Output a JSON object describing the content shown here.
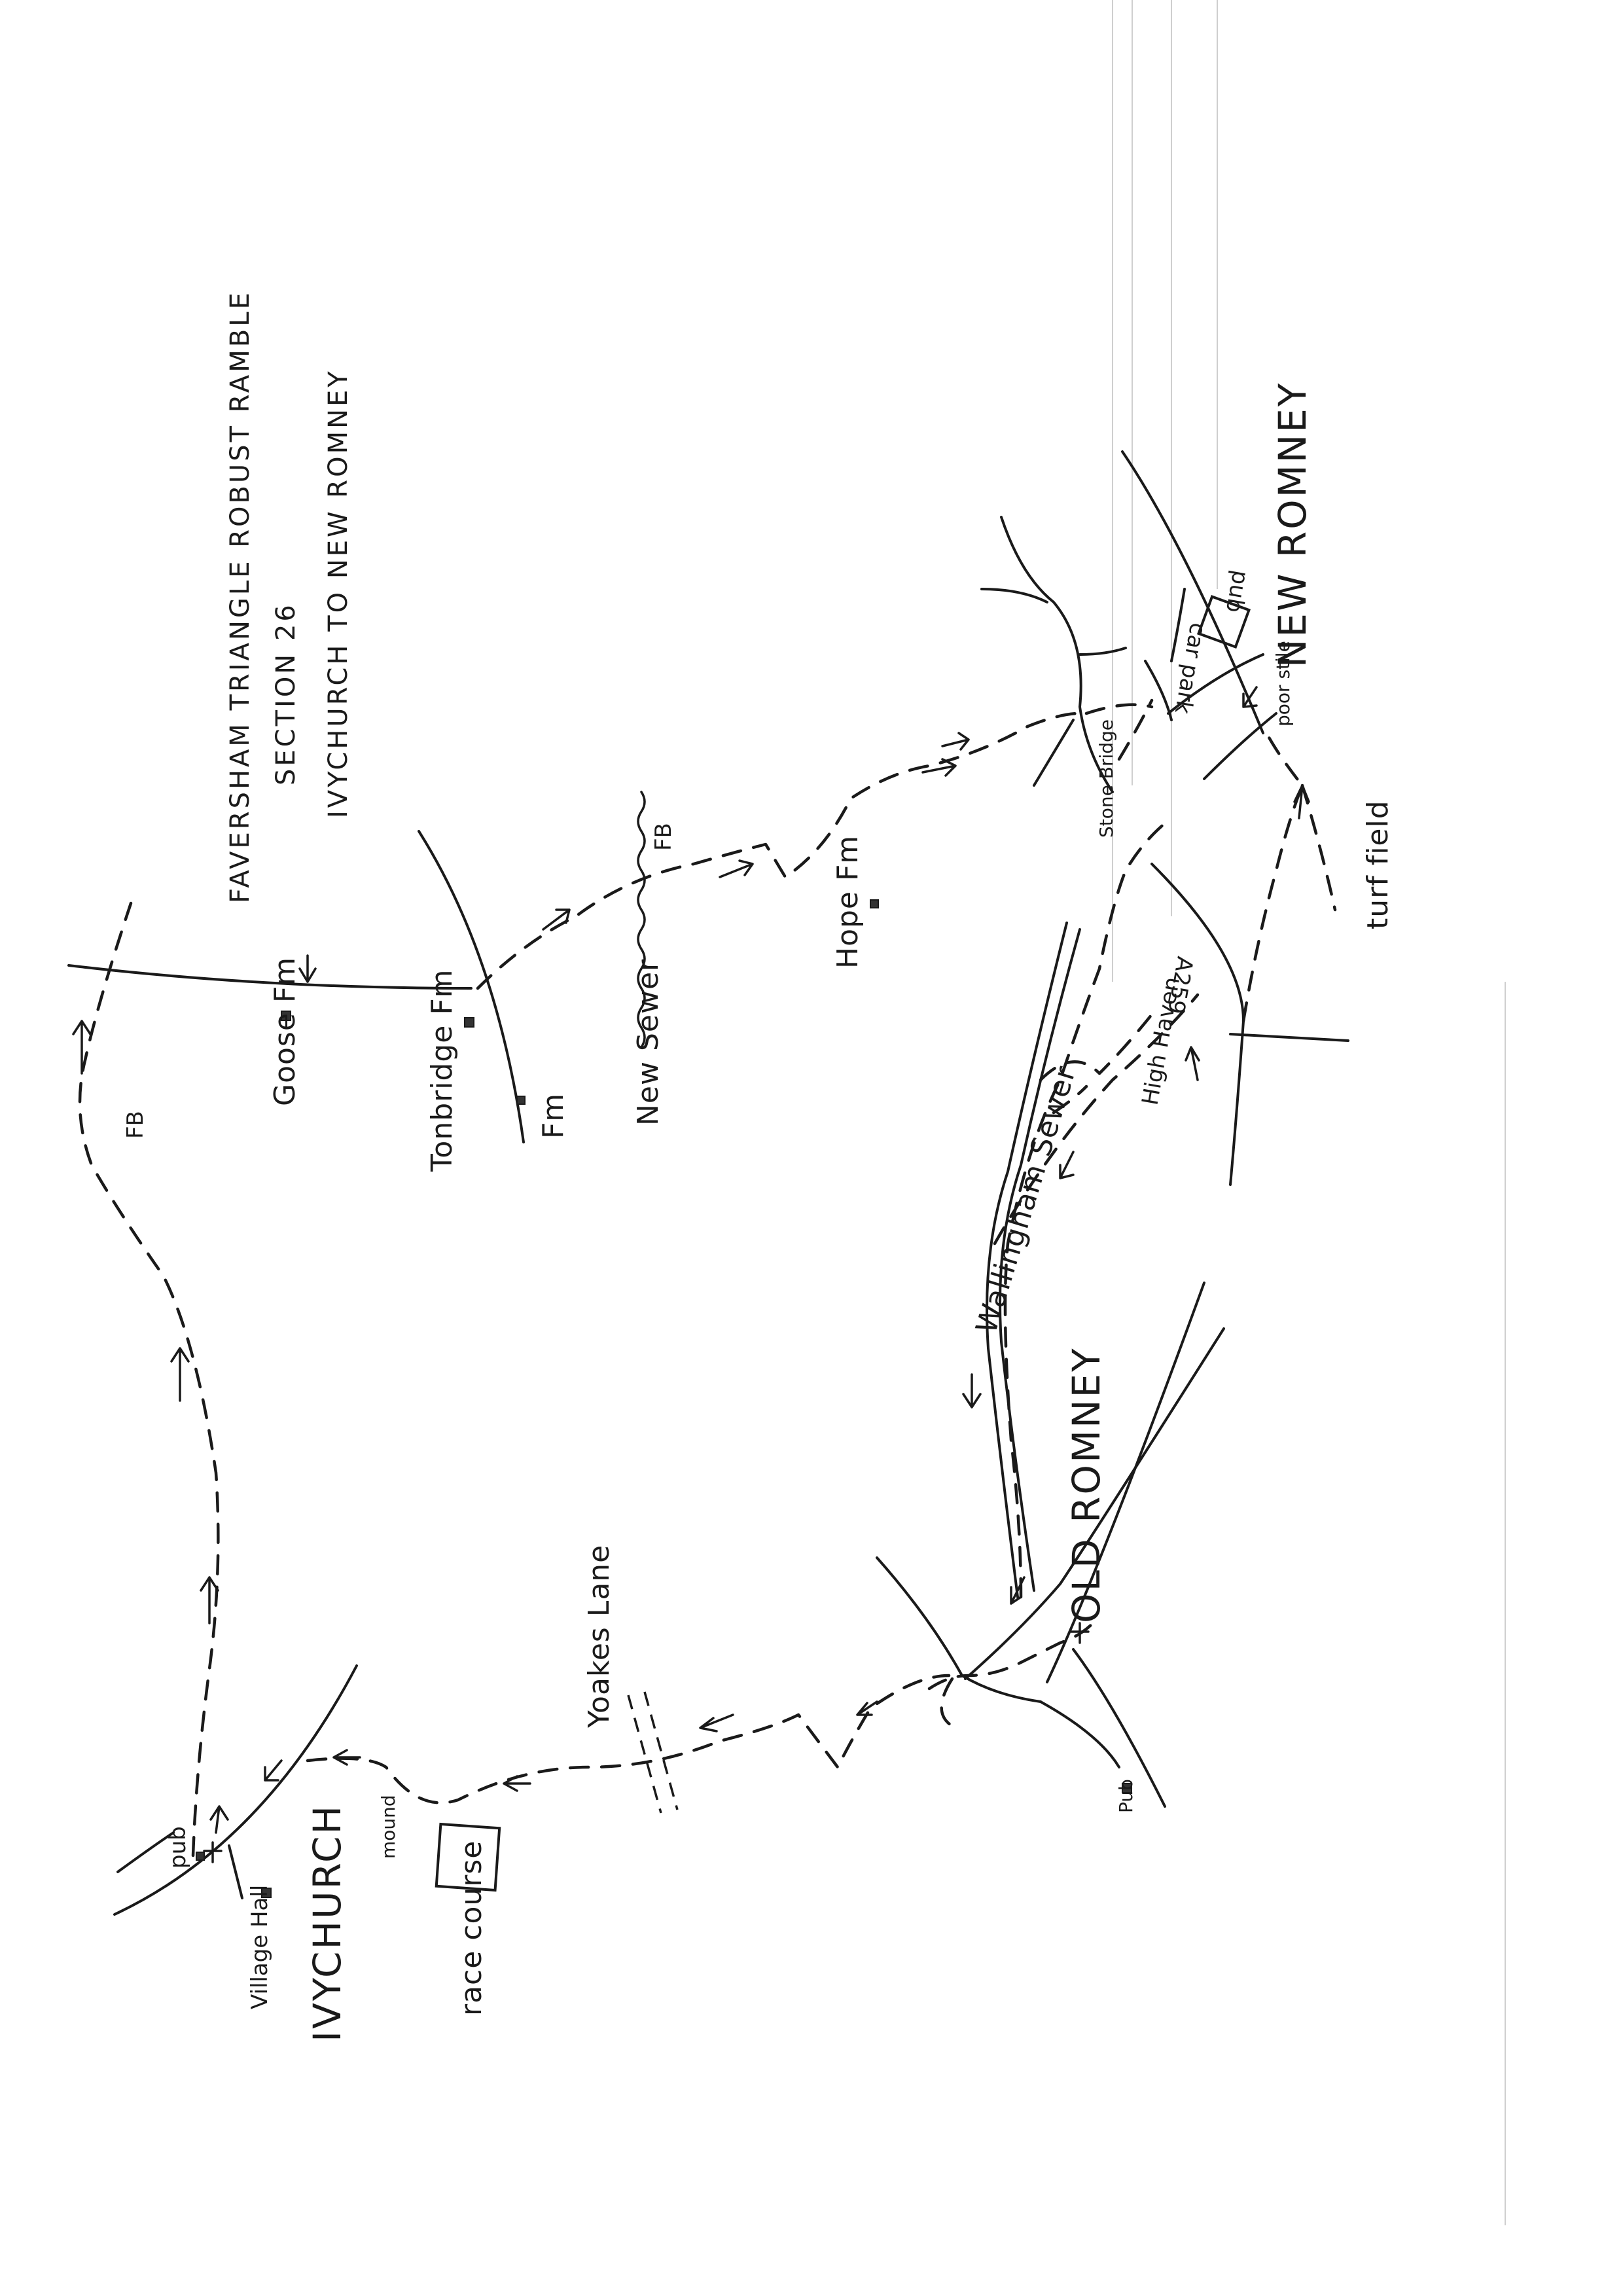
{
  "title": {
    "line1": "FAVERSHAM TRIANGLE ROBUST RAMBLE",
    "line2": "SECTION 26",
    "line3": "IVYCHURCH TO NEW ROMNEY"
  },
  "places": {
    "ivychurch": "IVYCHURCH",
    "old_romney": "OLD ROMNEY",
    "new_romney": "NEW ROMNEY"
  },
  "features": {
    "pub_ivychurch": "pub",
    "village_hall": "Village Hall",
    "mound": "mound",
    "race_course": "race course",
    "yoakes_lane": "Yoakes Lane",
    "fb_west": "FB",
    "goose_fm": "Goose Fm",
    "tonbridge_fm": "Tonbridge Fm",
    "fm": "Fm",
    "new_sewer": "New Sewer",
    "fb_east": "FB",
    "hope_fm": "Hope Fm",
    "wallingham_sewer": "Wallingham Sewer",
    "pub_old_romney": "Pub",
    "stone_bridge": "Stone Bridge",
    "high_haven": "High Haven",
    "a259": "A259",
    "turf_field": "turf field",
    "poor_stile": "poor stile",
    "car_park": "car park",
    "pub_new_romney": "pub"
  }
}
